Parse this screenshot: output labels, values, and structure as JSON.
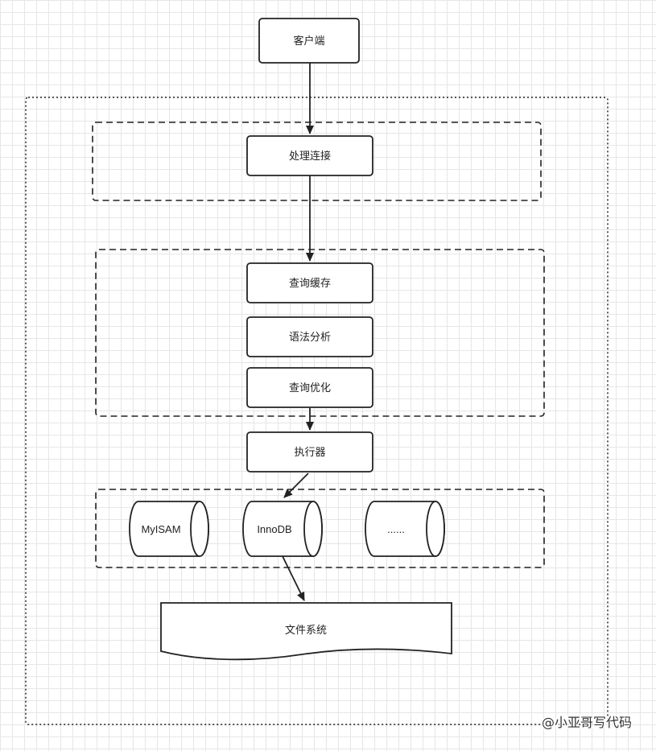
{
  "nodes": {
    "client": "客户端",
    "connection": "处理连接",
    "query_cache": "查询缓存",
    "parser": "语法分析",
    "optimizer": "查询优化",
    "executor": "执行器",
    "engine_myisam": "MyISAM",
    "engine_innodb": "InnoDB",
    "engine_more": "......",
    "file_system": "文件系统"
  },
  "watermark": "@小亚哥写代码",
  "colors": {
    "stroke": "#222222",
    "fill": "#ffffff",
    "grid": "#e6e6e6"
  }
}
